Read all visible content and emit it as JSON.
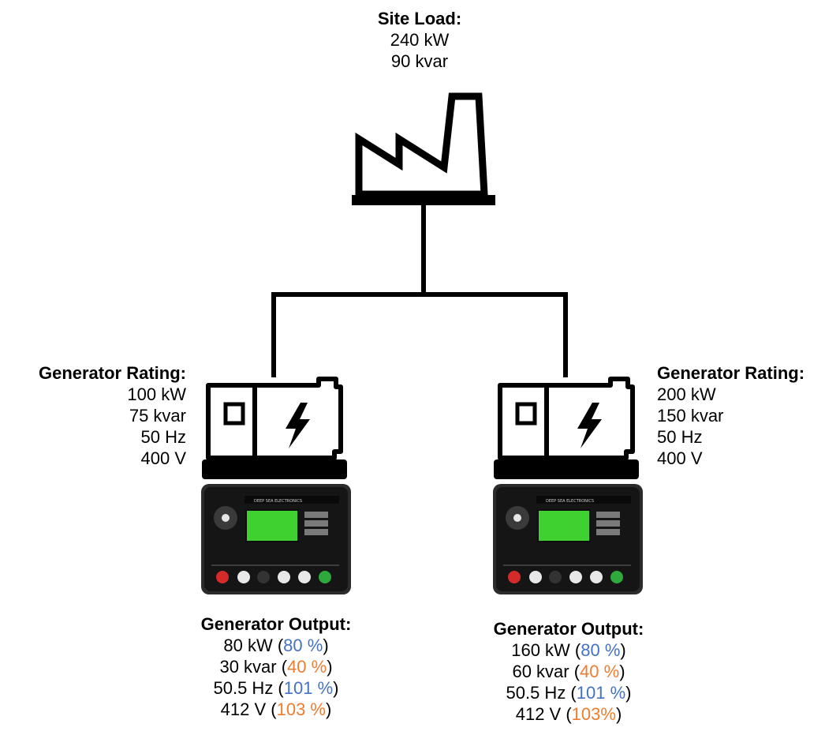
{
  "site": {
    "title": "Site Load:",
    "kw": "240 kW",
    "kvar": "90 kvar"
  },
  "gen_left": {
    "rating_title": "Generator Rating:",
    "rating": [
      "100 kW",
      "75 kvar",
      "50 Hz",
      "400 V"
    ],
    "output_title": "Generator Output:",
    "output": [
      {
        "value": "80 kW (",
        "pct": "80 %",
        "close": ")",
        "color": "blue"
      },
      {
        "value": "30 kvar (",
        "pct": "40 %",
        "close": ")",
        "color": "orange"
      },
      {
        "value": "50.5 Hz (",
        "pct": "101 %",
        "close": ")",
        "color": "blue"
      },
      {
        "value": "412 V (",
        "pct": "103 %",
        "close": ")",
        "color": "orange"
      }
    ]
  },
  "gen_right": {
    "rating_title": "Generator Rating:",
    "rating": [
      "200 kW",
      "150 kvar",
      "50 Hz",
      "400 V"
    ],
    "output_title": "Generator Output:",
    "output": [
      {
        "value": "160 kW (",
        "pct": "80 %",
        "close": ")",
        "color": "blue"
      },
      {
        "value": "60 kvar (",
        "pct": "40 %",
        "close": ")",
        "color": "orange"
      },
      {
        "value": "50.5 Hz (",
        "pct": "101 %",
        "close": ")",
        "color": "blue"
      },
      {
        "value": "412 V (",
        "pct": "103%",
        "close": ")",
        "color": "orange"
      }
    ]
  },
  "colors": {
    "blue": "#4472c4",
    "orange": "#ed7d31",
    "line": "#000000",
    "screen": "#3fd12f"
  },
  "controller_brand": "DEEP SEA ELECTRONICS",
  "icons": [
    "factory-icon",
    "generator-icon",
    "lightning-bolt-icon",
    "controller-panel-icon"
  ]
}
